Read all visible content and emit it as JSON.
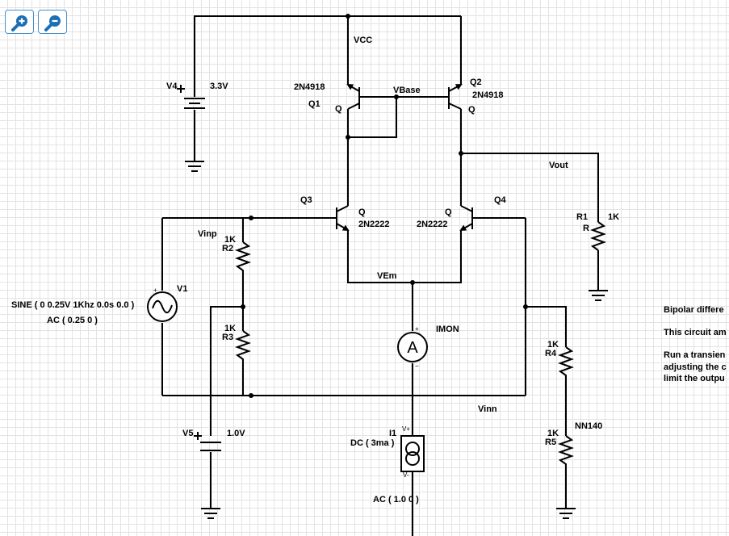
{
  "toolbar": {
    "zoom_in_icon": "magnifier-plus-icon",
    "zoom_out_icon": "magnifier-minus-icon",
    "accent_color": "#1a6fb5"
  },
  "labels": {
    "vcc": "VCC",
    "v4_name": "V4",
    "v4_value": "3.3V",
    "q1_model": "2N4918",
    "q1_name": "Q1",
    "q1_pin": "Q",
    "vbase": "VBase",
    "q2_name": "Q2",
    "q2_model": "2N4918",
    "q2_pin": "Q",
    "vout": "Vout",
    "q3_name": "Q3",
    "q3_pin": "Q",
    "q3_model": "2N2222",
    "q4_name": "Q4",
    "q4_pin": "Q",
    "q4_model": "2N2222",
    "r1_name": "R1",
    "r1_value": "1K",
    "r1_sub": "R",
    "vinp": "Vinp",
    "r2_value": "1K",
    "r2_name": "R2",
    "v1_name": "V1",
    "v1_spec": "SINE ( 0 0.25V 1Khz 0.0s 0.0 )",
    "v1_ac": "AC ( 0.25 0 )",
    "vem": "VEm",
    "imon": "IMON",
    "r3_value": "1K",
    "r3_name": "R3",
    "r4_value": "1K",
    "r4_name": "R4",
    "vinn": "Vinn",
    "v5_name": "V5",
    "v5_value": "1.0V",
    "i1_name": "I1",
    "i1_dc": "DC ( 3ma )",
    "i1_ac": "AC ( 1.0 0 )",
    "r5_value": "1K",
    "r5_name": "R5",
    "nn140": "NN140",
    "plus": "+",
    "minus": "−",
    "ammeter_symbol": "A",
    "vplus": "V+",
    "vminus": "V-"
  },
  "notes": {
    "line1": "Bipolar differe",
    "line2": "This circuit am",
    "line3": "Run a transien",
    "line4": "adjusting the c",
    "line5": "limit the outpu"
  }
}
